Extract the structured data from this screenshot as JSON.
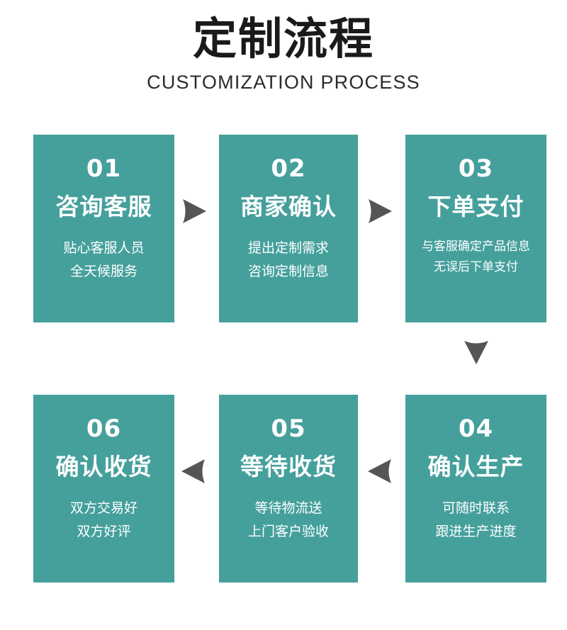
{
  "header": {
    "title": "定制流程",
    "subtitle": "CUSTOMIZATION PROCESS"
  },
  "theme": {
    "card_color": "#45a09c",
    "arrow_color": "#555555",
    "text_color": "#ffffff",
    "background": "#ffffff",
    "title_color": "#1a1a1a"
  },
  "steps": [
    {
      "num": "01",
      "name": "咨询客服",
      "desc_line1": "贴心客服人员",
      "desc_line2": "全天候服务"
    },
    {
      "num": "02",
      "name": "商家确认",
      "desc_line1": "提出定制需求",
      "desc_line2": "咨询定制信息"
    },
    {
      "num": "03",
      "name": "下单支付",
      "desc_line1": "与客服确定产品信息",
      "desc_line2": "无误后下单支付"
    },
    {
      "num": "04",
      "name": "确认生产",
      "desc_line1": "可随时联系",
      "desc_line2": "跟进生产进度"
    },
    {
      "num": "05",
      "name": "等待收货",
      "desc_line1": "等待物流送",
      "desc_line2": "上门客户验收"
    },
    {
      "num": "06",
      "name": "确认收货",
      "desc_line1": "双方交易好",
      "desc_line2": "双方好评"
    }
  ],
  "arrows": [
    {
      "id": "arrow-step1-to-step2",
      "direction": "right"
    },
    {
      "id": "arrow-step2-to-step3",
      "direction": "right"
    },
    {
      "id": "arrow-step3-to-step4",
      "direction": "down"
    },
    {
      "id": "arrow-step4-to-step5",
      "direction": "left"
    },
    {
      "id": "arrow-step5-to-step6",
      "direction": "left"
    }
  ]
}
